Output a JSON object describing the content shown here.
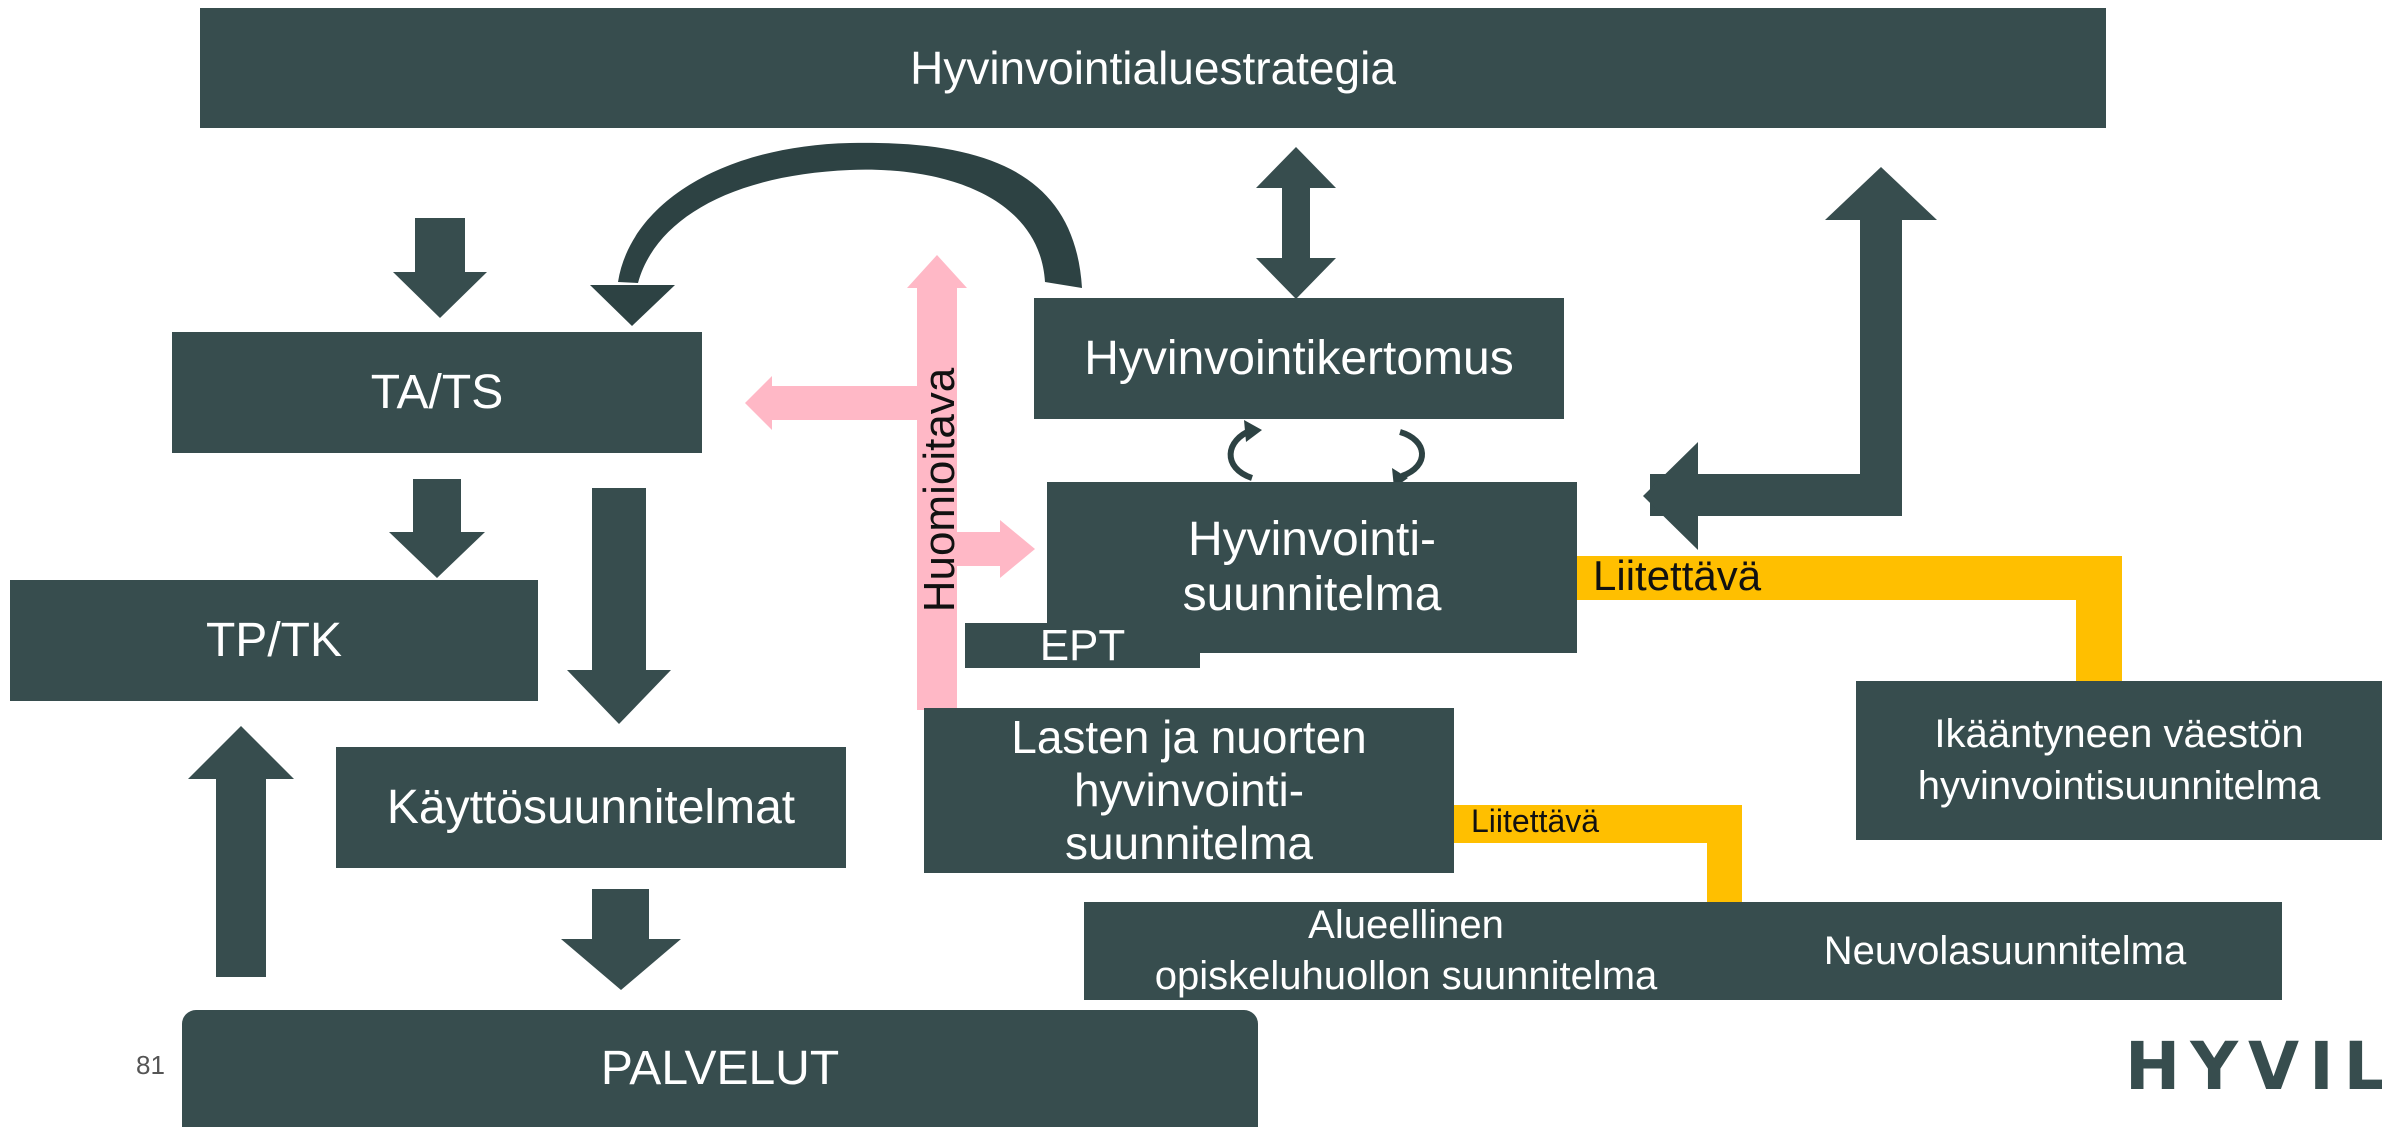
{
  "colors": {
    "box": "#374d4e",
    "box_text": "#ffffff",
    "pink": "#ffb8c6",
    "yellow": "#ffbf00",
    "dark_arrow": "#2d4243"
  },
  "boxes": {
    "strategia": "Hyvinvointialuestrategia",
    "ta_ts": "TA/TS",
    "tp_tk": "TP/TK",
    "kayttosuunnitelmat": "Käyttösuunnitelmat",
    "palvelut": "PALVELUT",
    "kertomus": "Hyvinvointikertomus",
    "suunnitelma_line1": "Hyvinvointi-",
    "suunnitelma_line2": "suunnitelma",
    "ept": "EPT",
    "lasten_line1": "Lasten ja nuorten",
    "lasten_line2": "hyvinvointi-",
    "lasten_line3": "suunnitelma",
    "ikaantyneen_line1": "Ikääntyneen väestön",
    "ikaantyneen_line2": "hyvinvointisuunnitelma",
    "alueellinen_line1": "Alueellinen",
    "alueellinen_line2": "opiskeluhuollon suunnitelma",
    "neuvola": "Neuvolasuunnitelma"
  },
  "labels": {
    "huomioitava": "Huomioitava",
    "liitettava_large": "Liitettävä",
    "liitettava_small": "Liitettävä"
  },
  "footer": {
    "page_number": "81",
    "logo_text": "HYVIL"
  }
}
